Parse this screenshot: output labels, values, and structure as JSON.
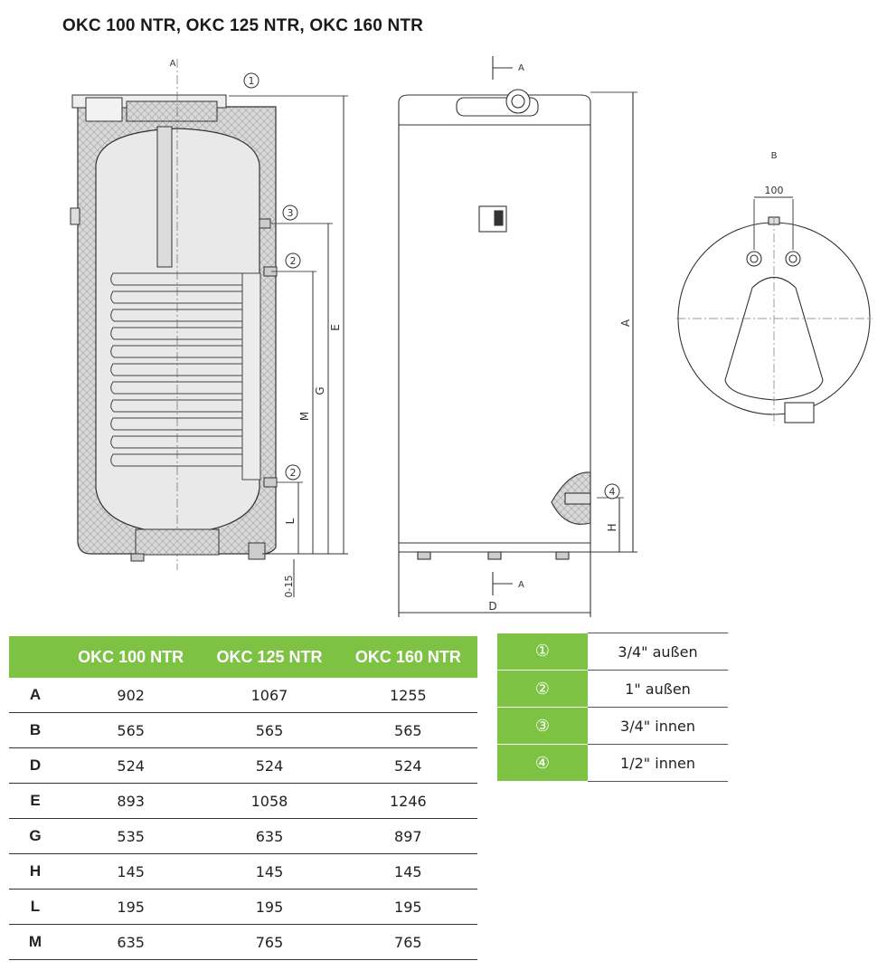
{
  "title": "OKC 100 NTR, OKC 125 NTR, OKC 160 NTR",
  "labels": {
    "section_a": "A",
    "section_b": "B",
    "dim_100": "100",
    "dim_015": "0-15",
    "dim_e": "E",
    "dim_g": "G",
    "dim_m": "M",
    "dim_l": "L",
    "dim_a": "A",
    "dim_h": "H",
    "dim_d": "D",
    "callout_1": "1",
    "callout_2": "2",
    "callout_3": "3",
    "callout_4": "4"
  },
  "dimension_table": {
    "headers": [
      "",
      "OKC 100 NTR",
      "OKC 125 NTR",
      "OKC 160 NTR"
    ],
    "rows": [
      {
        "label": "A",
        "values": [
          "902",
          "1067",
          "1255"
        ]
      },
      {
        "label": "B",
        "values": [
          "565",
          "565",
          "565"
        ]
      },
      {
        "label": "D",
        "values": [
          "524",
          "524",
          "524"
        ]
      },
      {
        "label": "E",
        "values": [
          "893",
          "1058",
          "1246"
        ]
      },
      {
        "label": "G",
        "values": [
          "535",
          "635",
          "897"
        ]
      },
      {
        "label": "H",
        "values": [
          "145",
          "145",
          "145"
        ]
      },
      {
        "label": "L",
        "values": [
          "195",
          "195",
          "195"
        ]
      },
      {
        "label": "M",
        "values": [
          "635",
          "765",
          "765"
        ]
      }
    ]
  },
  "connection_table": {
    "rows": [
      {
        "symbol": "①",
        "description": "3/4\" außen"
      },
      {
        "symbol": "②",
        "description": "1\" außen"
      },
      {
        "symbol": "③",
        "description": "3/4\" innen"
      },
      {
        "symbol": "④",
        "description": "1/2\" innen"
      }
    ]
  },
  "colors": {
    "accent": "#7dc243",
    "line": "#333333",
    "insulation": "#cfcfcf"
  }
}
